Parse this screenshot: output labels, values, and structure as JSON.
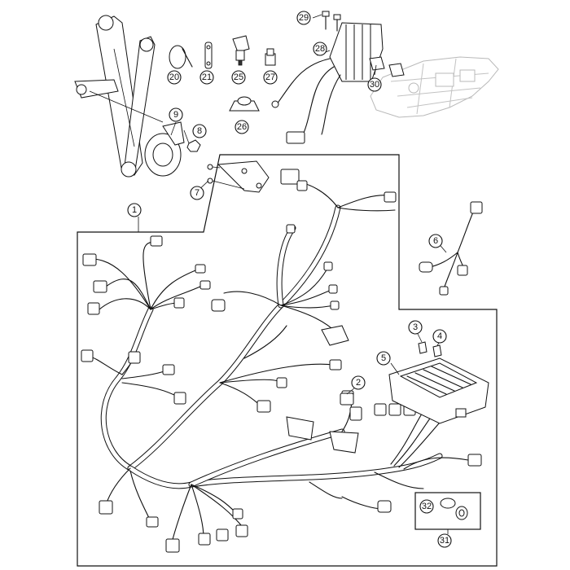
{
  "diagram": {
    "callouts": [
      {
        "id": "c1",
        "label": "1"
      },
      {
        "id": "c2",
        "label": "2"
      },
      {
        "id": "c3",
        "label": "3"
      },
      {
        "id": "c4",
        "label": "4"
      },
      {
        "id": "c5",
        "label": "5"
      },
      {
        "id": "c6",
        "label": "6"
      },
      {
        "id": "c7",
        "label": "7"
      },
      {
        "id": "c8",
        "label": "8"
      },
      {
        "id": "c9",
        "label": "9"
      },
      {
        "id": "c20",
        "label": "20"
      },
      {
        "id": "c21",
        "label": "21"
      },
      {
        "id": "c25",
        "label": "25"
      },
      {
        "id": "c26",
        "label": "26"
      },
      {
        "id": "c27",
        "label": "27"
      },
      {
        "id": "c28",
        "label": "28"
      },
      {
        "id": "c29",
        "label": "29"
      },
      {
        "id": "c30",
        "label": "30"
      },
      {
        "id": "c31",
        "label": "31"
      },
      {
        "id": "c32",
        "label": "32"
      }
    ]
  }
}
